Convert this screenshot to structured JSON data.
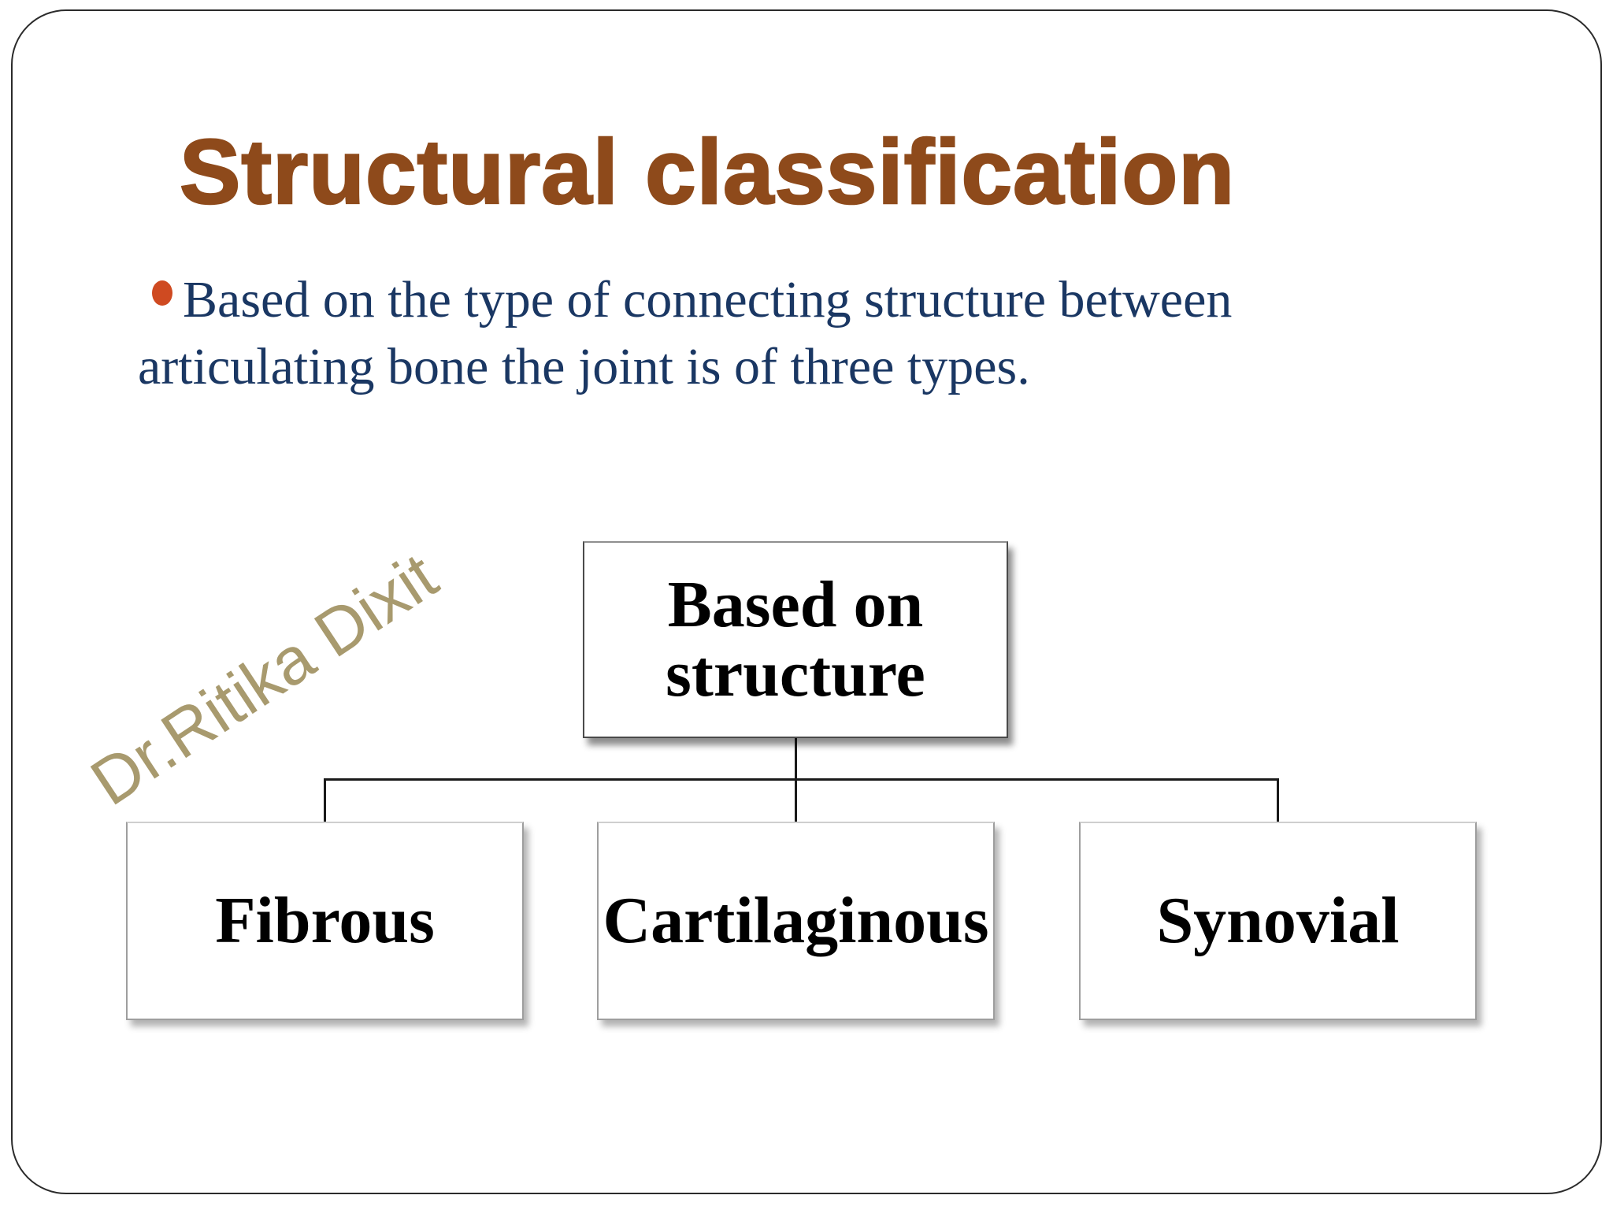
{
  "slide": {
    "title": "Structural classification",
    "bullet": {
      "full_text": "Based on the type of connecting structure between articulating bone the joint is of three types.",
      "lines": [
        "Based on the type of connecting structure between",
        "articulating bone the joint is of three types."
      ]
    },
    "watermark": "Dr.Ritika Dixit",
    "diagram": {
      "root_label": "Based on structure",
      "children": [
        {
          "label": "Fibrous"
        },
        {
          "label": "Cartilaginous"
        },
        {
          "label": "Synovial"
        }
      ]
    },
    "colors": {
      "title": "#8e4a1b",
      "body_text": "#1a3763",
      "bullet_dot": "#cf4a21",
      "watermark": "#a89a6e",
      "box_text": "#000000",
      "box_background": "#ffffff",
      "box_border_root": "#4a4a4a",
      "box_border_child": "#9e9e9e",
      "connector": "#1a1a1a",
      "slide_border": "#2b2b2b",
      "slide_background": "#ffffff"
    }
  }
}
